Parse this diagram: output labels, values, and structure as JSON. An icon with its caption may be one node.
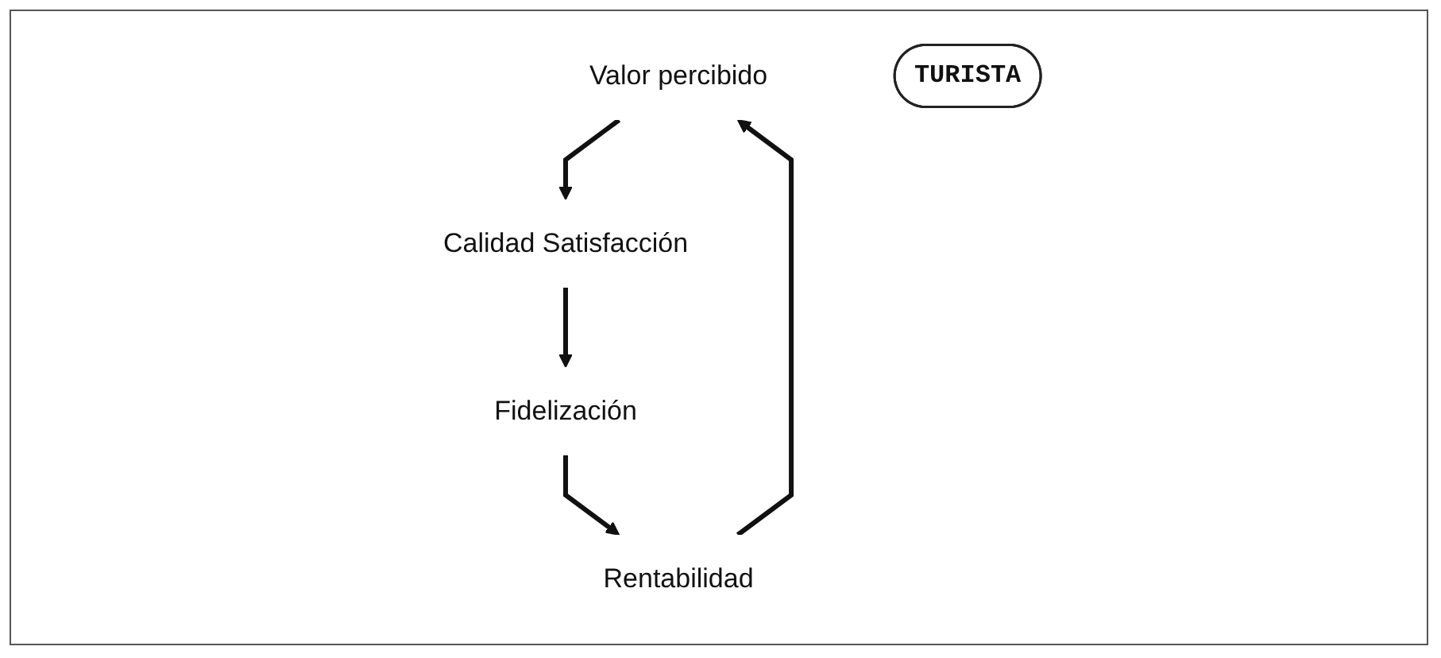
{
  "diagram": {
    "nodes": [
      {
        "text": [
          "Valor percibido"
        ]
      },
      {
        "text": [
          "Calidad Satisfacción"
        ]
      },
      {
        "text": [
          "Fidelización"
        ]
      },
      {
        "text": [
          "Rentabilidad"
        ]
      },
      {
        "text": [
          "TURISTA"
        ]
      }
    ],
    "edges": [
      {
        "from": 3,
        "to": 0,
        "arrow": "to"
      },
      {
        "from": 0,
        "to": 1,
        "arrow": "to"
      },
      {
        "from": 1,
        "to": 2,
        "arrow": "to"
      },
      {
        "from": 2,
        "to": 3,
        "arrow": "to"
      }
    ]
  }
}
